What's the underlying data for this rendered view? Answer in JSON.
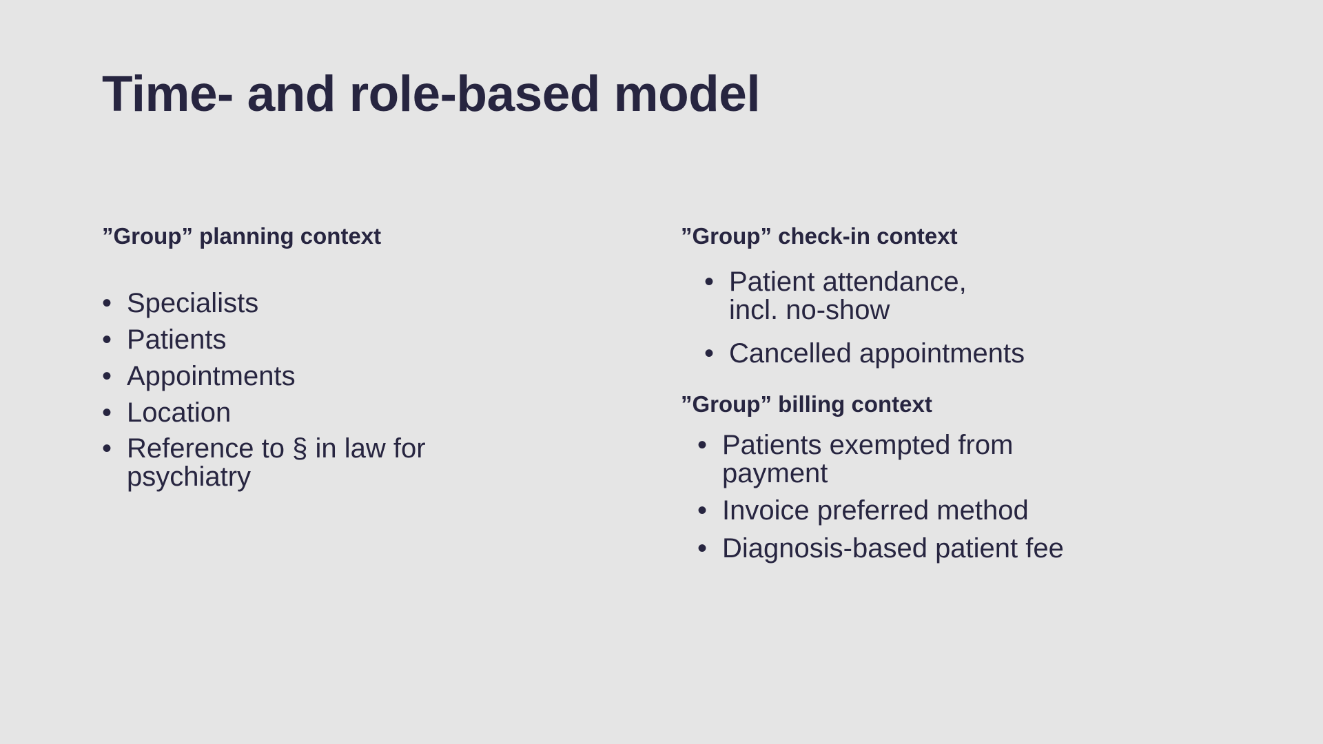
{
  "slide": {
    "title": "Time- and role-based model",
    "background_color": "#e5e5e5",
    "text_color": "#272540",
    "bullet_glyph": "•"
  },
  "left_column": {
    "header": "”Group” planning context",
    "bullets": [
      {
        "lines": [
          "Specialists"
        ]
      },
      {
        "lines": [
          "Patients"
        ]
      },
      {
        "lines": [
          "Appointments"
        ]
      },
      {
        "lines": [
          "Location"
        ]
      },
      {
        "lines": [
          "Reference to § in law for",
          "psychiatry"
        ]
      }
    ]
  },
  "right_column": {
    "groups": [
      {
        "header": "”Group” check-in context",
        "bullets": [
          {
            "lines": [
              "Patient attendance,",
              "incl. no-show"
            ]
          },
          {
            "lines": [
              "Cancelled appointments"
            ]
          }
        ]
      },
      {
        "header": "”Group” billing context",
        "bullets": [
          {
            "lines": [
              "Patients exempted from",
              "payment"
            ]
          },
          {
            "lines": [
              "Invoice preferred method"
            ]
          },
          {
            "lines": [
              "Diagnosis-based patient fee"
            ]
          }
        ]
      }
    ]
  }
}
